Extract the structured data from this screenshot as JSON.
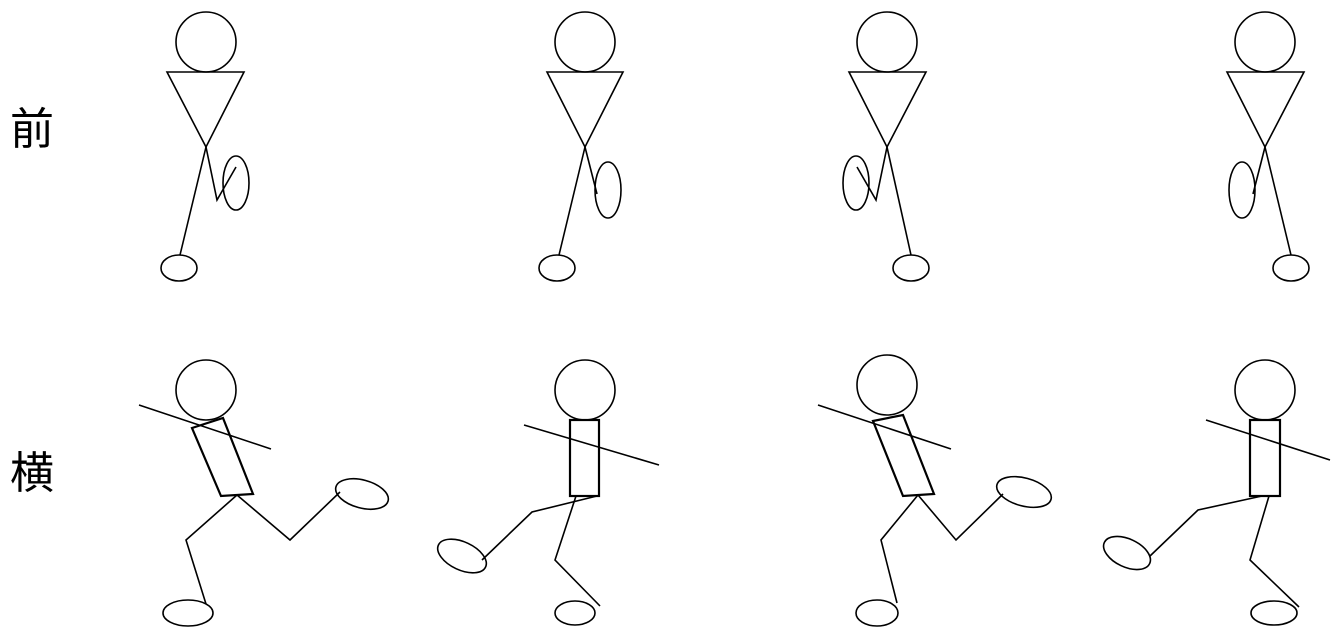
{
  "rows": {
    "front": {
      "label": "前"
    },
    "side": {
      "label": "横"
    }
  },
  "colors": {
    "line": "#000000",
    "background": "#ffffff"
  },
  "figure_count_per_row": 4
}
